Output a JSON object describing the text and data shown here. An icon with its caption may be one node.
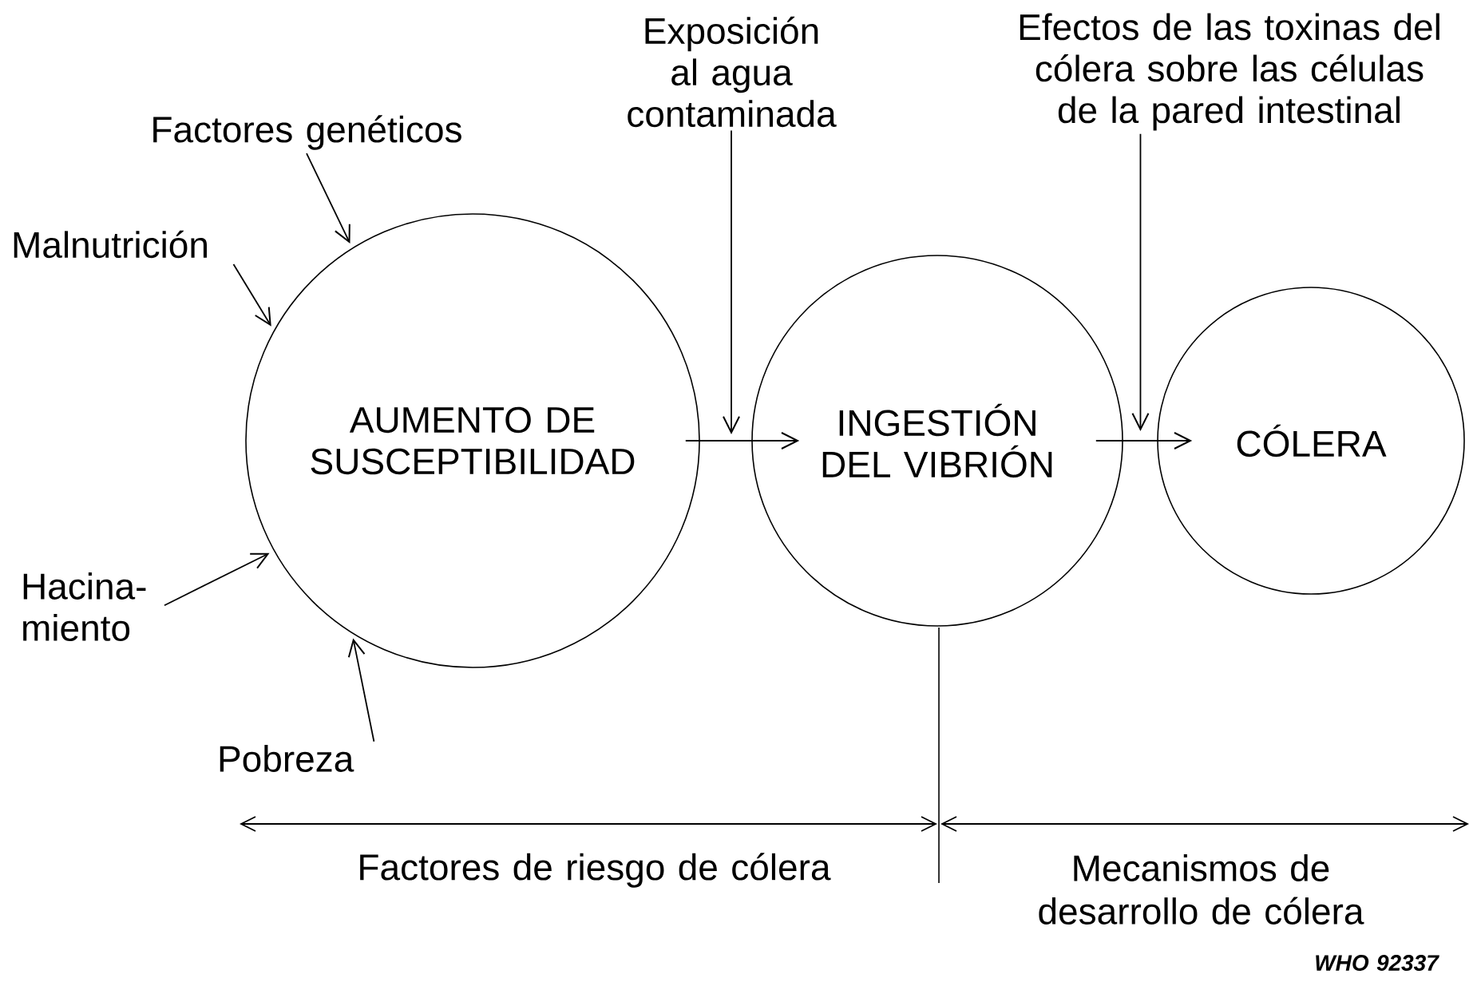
{
  "diagram": {
    "nodes": [
      {
        "text": [
          "AUMENTO DE SUSCEPTIBILIDAD"
        ]
      },
      {
        "text": [
          "INGESTIÓN DEL VIBRIÓN"
        ]
      },
      {
        "text": [
          "CÓLERA"
        ]
      },
      {
        "text": [
          "Factores genéticos"
        ]
      },
      {
        "text": [
          "Malnutrición"
        ]
      },
      {
        "text": [
          "Hacina- miento"
        ]
      },
      {
        "text": [
          "Pobreza"
        ]
      },
      {
        "text": [
          "Exposición al agua contaminada"
        ]
      },
      {
        "text": [
          "Efectos de las toxinas del cólera sobre las células de la pared intestinal"
        ]
      }
    ],
    "edges": [
      {
        "from": 3,
        "to": 0,
        "arrow": "to"
      },
      {
        "from": 4,
        "to": 0,
        "arrow": "to"
      },
      {
        "from": 5,
        "to": 0,
        "arrow": "to"
      },
      {
        "from": 6,
        "to": 0,
        "arrow": "to"
      },
      {
        "from": 0,
        "to": 1,
        "arrow": "to"
      },
      {
        "from": 7,
        "to": 1,
        "arrow": "to"
      },
      {
        "from": 1,
        "to": 2,
        "arrow": "to"
      },
      {
        "from": 8,
        "to": 2,
        "arrow": "to"
      }
    ],
    "labels": [
      "Factores de riesgo de cólera",
      "Mecanismos de desarrollo de cólera",
      "WHO 92337"
    ]
  }
}
